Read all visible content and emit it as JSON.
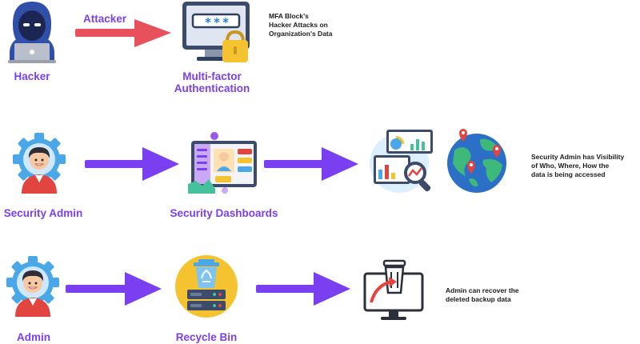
{
  "row1": {
    "hacker_label": "Hacker",
    "arrow_label": "Attacker",
    "mfa_label_line1": "Multi-factor",
    "mfa_label_line2": "Authentication",
    "note_line1": "MFA Block's",
    "note_line2": "Hacker Attacks on",
    "note_line3": "Organization's Data",
    "password_mask": "***",
    "arrow_color": "#e8505b"
  },
  "row2": {
    "actor_label": "Security Admin",
    "dashboard_label": "Security Dashboards",
    "note_line1": "Security Admin has Visibility",
    "note_line2": "of Who, Where, How the",
    "note_line3": "data is being accessed"
  },
  "row3": {
    "actor_label": "Admin",
    "bin_label": "Recycle Bin",
    "note_line1": "Admin can recover the",
    "note_line2": "deleted backup data"
  },
  "colors": {
    "accent": "#7b3ff2",
    "arrow_purple": "#7b3ff2",
    "attack_red": "#e8505b",
    "gear_blue": "#4aa8e8",
    "shirt_red": "#e2453f"
  }
}
